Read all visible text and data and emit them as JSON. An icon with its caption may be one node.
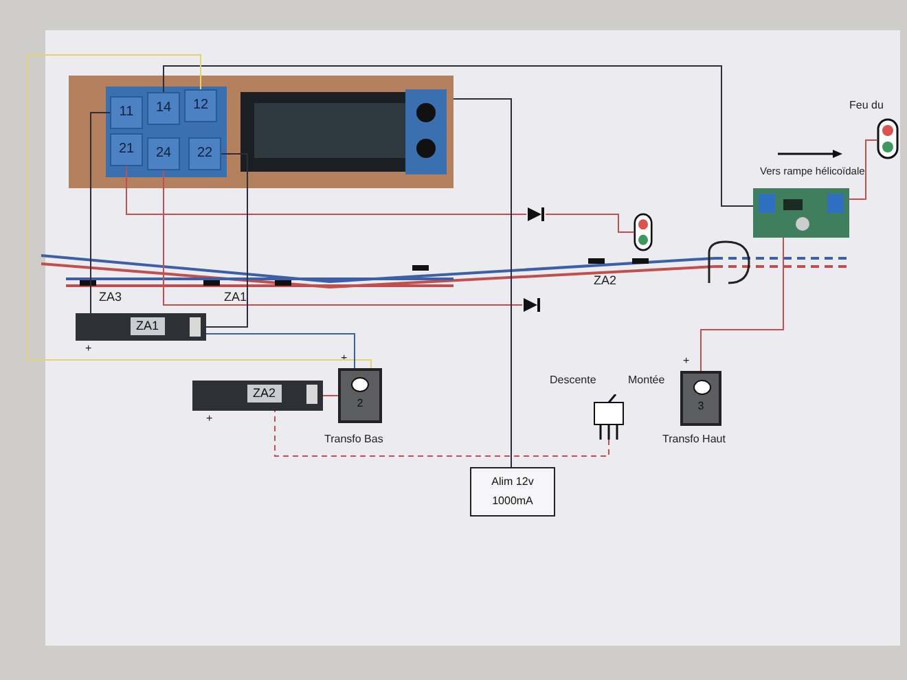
{
  "diagram": {
    "nodes": [
      {
        "text": [],
        "shape": "picture"
      },
      {
        "text": [
          "11"
        ],
        "in": 0
      },
      {
        "text": [
          "14"
        ],
        "in": 0
      },
      {
        "text": [
          "12"
        ],
        "in": 0
      },
      {
        "text": [
          "21"
        ],
        "in": 0
      },
      {
        "text": [
          "24"
        ],
        "in": 0
      },
      {
        "text": [
          "22"
        ],
        "in": 0
      },
      {
        "text": [
          "ZA1"
        ],
        "beside": [
          "+"
        ]
      },
      {
        "text": [
          "ZA2"
        ],
        "beside": [
          "+"
        ]
      },
      {
        "text": [
          "2"
        ],
        "beside": [
          "+",
          "Transfo Bas"
        ]
      },
      {
        "text": [
          "3"
        ],
        "beside": [
          "+",
          "Transfo Haut"
        ]
      },
      {
        "text": [
          "Alim 12v",
          "1000mA"
        ]
      },
      {
        "text": [],
        "shape": "box",
        "beside": [
          "Descente",
          "Montée"
        ]
      },
      {
        "text": [],
        "shape": "picture"
      },
      {
        "text": [],
        "shape": "signal"
      },
      {
        "text": [],
        "shape": "signal",
        "beside": [
          "Feu du"
        ]
      },
      {
        "text": [],
        "shape": "diode"
      },
      {
        "text": [],
        "shape": "diode"
      }
    ],
    "edges": [
      {
        "from": 1,
        "to": 7,
        "arrow": "none",
        "color": "#2a2f3a"
      },
      {
        "from": 4,
        "to": 16,
        "arrow": "none",
        "color": "#c0504d"
      },
      {
        "from": 5,
        "to": 17,
        "arrow": "none",
        "color": "#c0504d"
      },
      {
        "from": 6,
        "to": 7,
        "arrow": "none",
        "color": "#2a2f3a"
      },
      {
        "from": 2,
        "to": 13,
        "arrow": "none",
        "color": "#2a2f3a"
      },
      {
        "from": 3,
        "to": 9,
        "arrow": "none",
        "color": "#e8d36a"
      },
      {
        "from": 16,
        "to": 14,
        "arrow": "none",
        "color": "#c0504d"
      },
      {
        "from": 13,
        "to": 15,
        "arrow": "none",
        "color": "#c0504d"
      },
      {
        "from": 10,
        "to": 13,
        "arrow": "none",
        "color": "#c0504d"
      },
      {
        "from": 11,
        "to": 0,
        "arrow": "none",
        "color": "#2a2f3a"
      },
      {
        "from": 12,
        "to": 8,
        "arrow": "none",
        "style": "dashed",
        "color": "#c0504d"
      },
      {
        "from": 9,
        "to": 8,
        "arrow": "none",
        "color": "#c0504d"
      },
      {
        "from": 7,
        "to": 9,
        "arrow": "none",
        "color": "#3d5fa8"
      }
    ],
    "labels": [
      "ZA3",
      "ZA1",
      "ZA2",
      "Vers rampe hélicoïdale"
    ]
  }
}
